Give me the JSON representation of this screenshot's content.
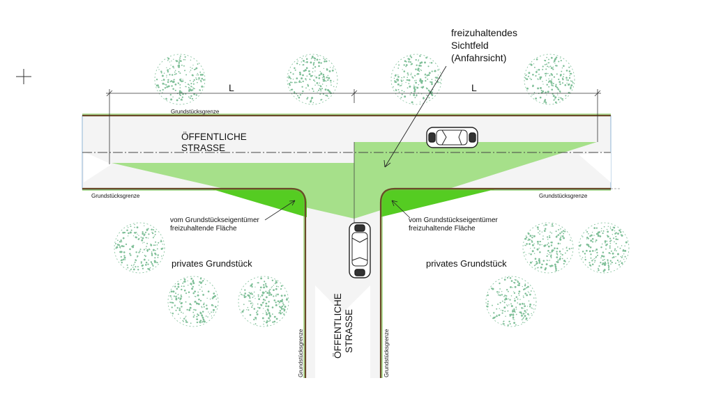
{
  "labels": {
    "dimension_left": "L",
    "dimension_right": "L",
    "annotation_sightline": [
      "freizuhaltendes",
      "Sichtfeld",
      "(Anfahrsicht)"
    ],
    "main_road": [
      "ÖFFENTLICHE",
      "STRASSE"
    ],
    "side_road": [
      "ÖFFENTLICHE",
      "STRASSE"
    ],
    "property_line_top": "Grundstücksgrenze",
    "property_line_left": "Grundstücksgrenze",
    "property_line_right": "Grundstücksgrenze",
    "property_line_vertical_left": "Grundstücksgrenze",
    "property_line_vertical_right": "Grundstücksgrenze",
    "owner_area_left": [
      "vom Grundstückseigentümer",
      "freizuhaltende Fläche"
    ],
    "owner_area_right": [
      "vom Grundstückseigentümer",
      "freizuhaltende Fläche"
    ],
    "private_left": "privates Grundstück",
    "private_right": "privates Grundstück"
  },
  "colors": {
    "sight_field": "#a6e08a",
    "owner_area": "#55cc22",
    "road": "#f4f4f4",
    "property_line": "#6b4a2a",
    "tree": "#7fbf98"
  },
  "icons": [
    "crosshair-icon",
    "car-icon",
    "tree-icon"
  ]
}
